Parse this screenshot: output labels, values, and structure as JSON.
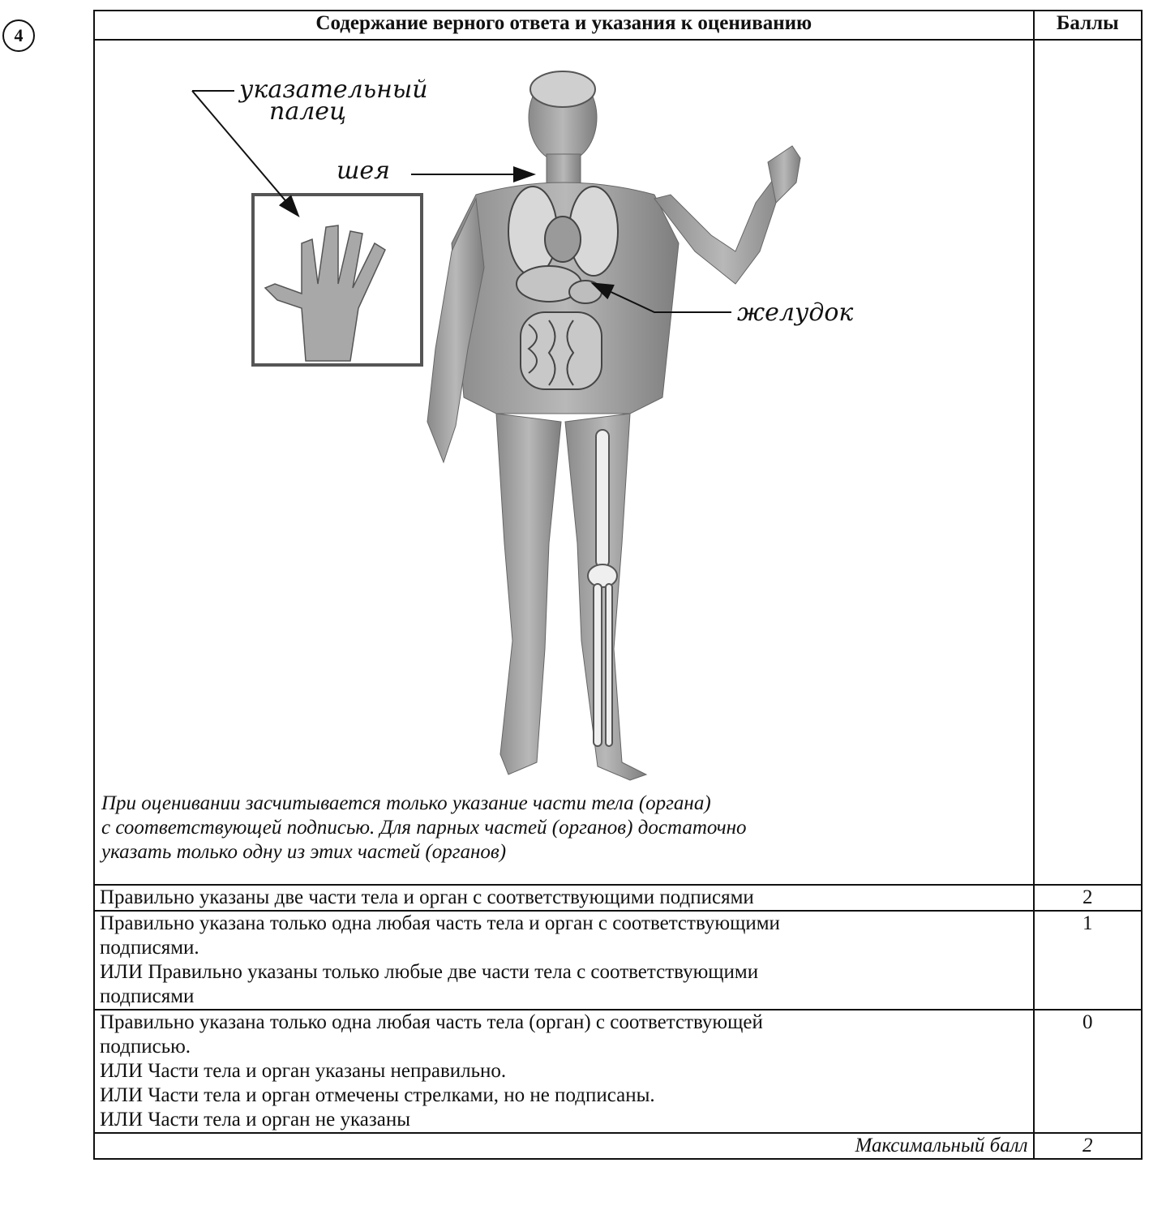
{
  "task_number": "4",
  "table": {
    "header_content": "Содержание верного ответа и указания к оцениванию",
    "header_score": "Баллы"
  },
  "figure_labels": {
    "index_finger_1": "указательный",
    "index_finger_2": "палец",
    "neck": "шея",
    "stomach": "желудок"
  },
  "note": {
    "line1": "При оценивании засчитывается только указание части тела (органа)",
    "line2": "с соответствующей подписью. Для парных частей (органов) достаточно",
    "line3": "указать только одну из этих частей (органов)"
  },
  "rows": [
    {
      "lines": [
        "Правильно указаны две части тела и орган с соответствующими подписями"
      ],
      "score": "2"
    },
    {
      "lines": [
        "Правильно указана только одна любая часть тела  и орган с соответствующими",
        "подписями.",
        "ИЛИ Правильно указаны только любые две части тела с соответствующими",
        "подписями"
      ],
      "score": "1"
    },
    {
      "lines": [
        "Правильно указана только одна любая часть тела (орган) с соответствующей",
        "подписью.",
        "ИЛИ Части тела и орган указаны неправильно.",
        "ИЛИ Части тела и орган отмечены стрелками, но не подписаны.",
        "ИЛИ Части тела и орган не указаны"
      ],
      "score": "0"
    }
  ],
  "max": {
    "label": "Максимальный балл",
    "value": "2"
  }
}
